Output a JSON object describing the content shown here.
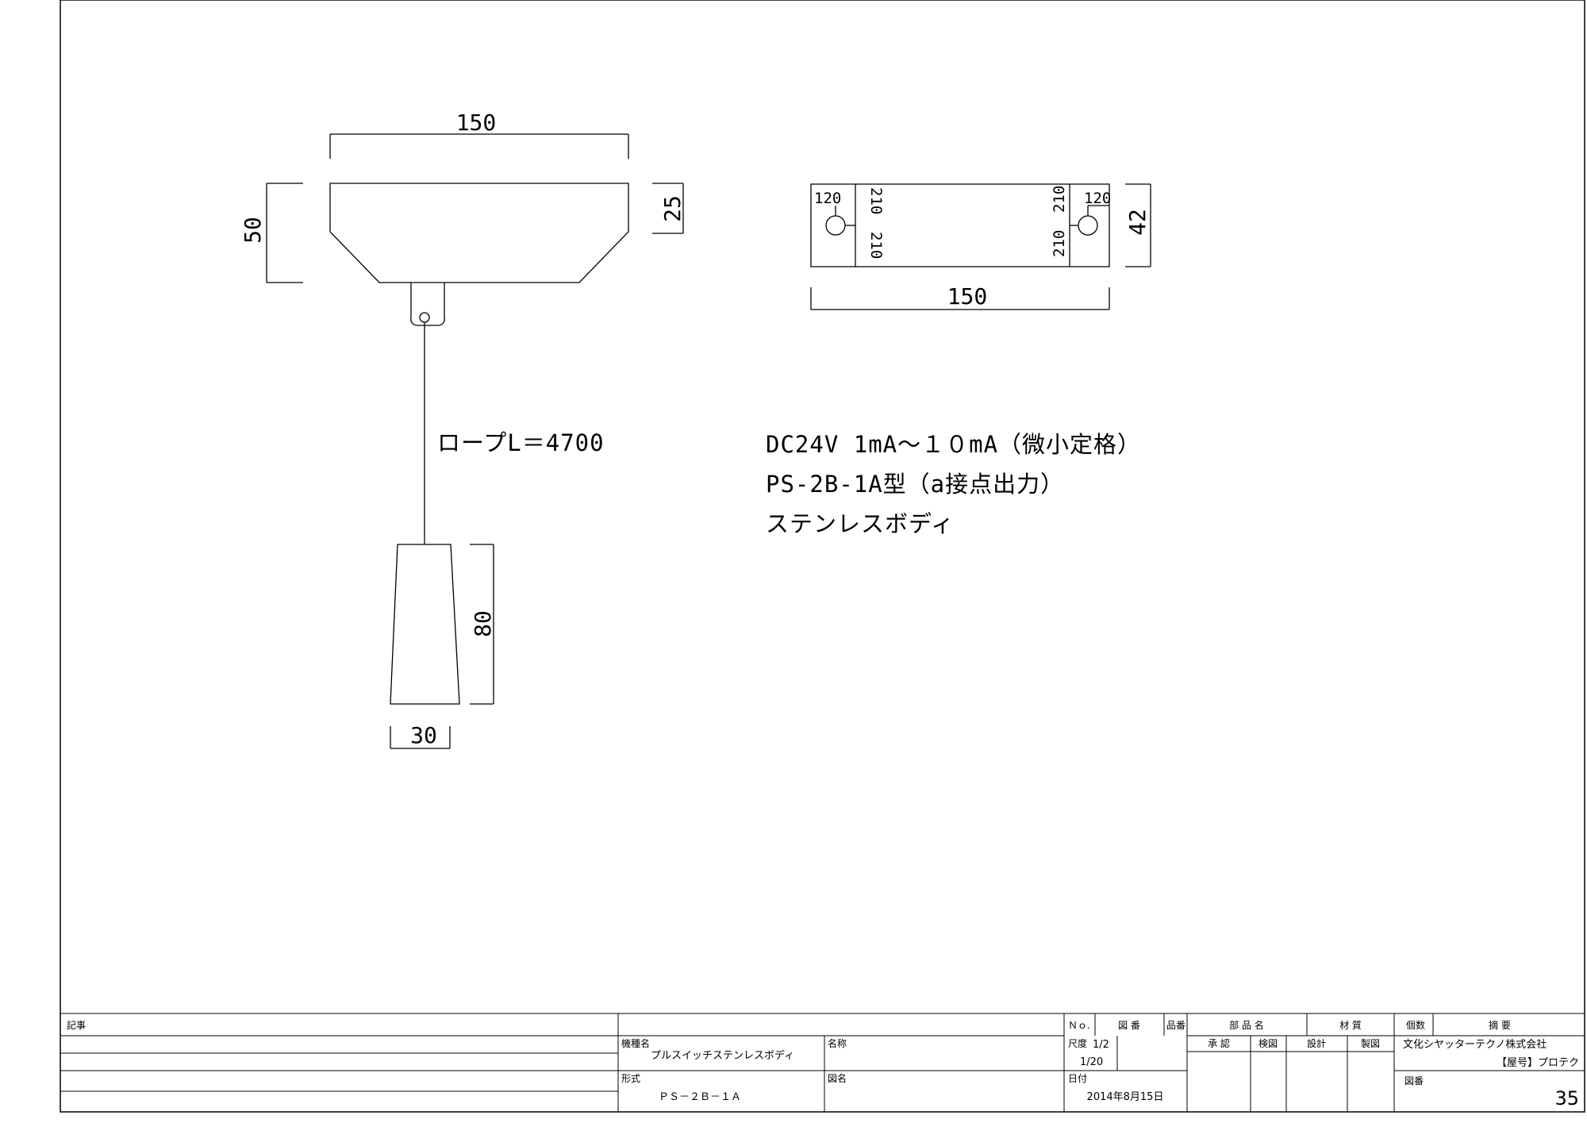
{
  "front_view": {
    "width_dim": "150",
    "height_dim": "50",
    "side_dim": "25"
  },
  "top_view": {
    "width_dim": "150",
    "height_dim": "42",
    "hole_left_h": "120",
    "hole_left_v_top": "210",
    "hole_left_v_bottom": "210",
    "hole_right_h": "120",
    "hole_right_v_top": "210",
    "hole_right_v_bottom": "210"
  },
  "rope_label": "ロープL＝4700",
  "grip": {
    "height_dim": "80",
    "width_dim": "30"
  },
  "spec": {
    "line1": "DC24V 1mA～１０mA（微小定格）",
    "line2": "PS-2B-1A型（a接点出力）",
    "line3": "ステンレスボディ"
  },
  "title_block": {
    "notes_label": "記事",
    "model_name_label": "機種名",
    "model_name": "プルスイッチステンレスボディ",
    "name_label": "名称",
    "type_label": "形式",
    "type_value": "ＰＳ－２Ｂ－１Ａ",
    "drawing_name_label": "図名",
    "no_label": "Ｎｏ.",
    "drawing_no_label": "図 番",
    "part_no_label": "品番",
    "part_name_label": "部 品 名",
    "material_label": "材 質",
    "qty_label": "個数",
    "summary_label": "摘 要",
    "scale_label": "尺度",
    "scale_1": "1/2",
    "scale_2": "1/20",
    "approve_label": "承 認",
    "check_label": "検図",
    "design_label": "設計",
    "draw_label": "製図",
    "date_label": "日付",
    "date_value": "2014年8月15日",
    "company": "文化シヤッターテクノ株式会社",
    "brand": "【屋号】プロテク",
    "sheet_no_label": "図番",
    "sheet_no": "35"
  }
}
